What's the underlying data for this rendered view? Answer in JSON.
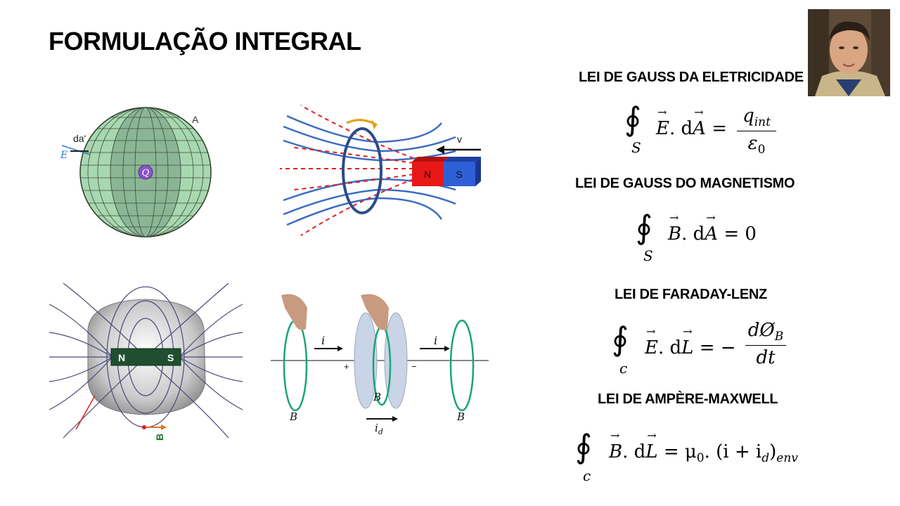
{
  "slide": {
    "title": "FORMULAÇÃO INTEGRAL"
  },
  "laws": [
    {
      "heading": "LEI DE GAUSS DA ELETRICIDADE",
      "equation": "∮S E⃗.dA⃗ = q_int / ε0",
      "right_side": "= ",
      "numerator": "q",
      "num_sub": "int",
      "denominator": "ε",
      "den_sub": "0",
      "sub": "S",
      "lhs1": "E",
      "lhs2": ". d",
      "lhs3": "A"
    },
    {
      "heading": "LEI DE GAUSS DO MAGNETISMO",
      "equation": "∮S B⃗.dA⃗ = 0",
      "sub": "S",
      "lhs1": "B",
      "lhs2": ". d",
      "lhs3": "A",
      "rhs": "= 0"
    },
    {
      "heading": "LEI DE FARADAY-LENZ",
      "equation": "∮c E⃗.dL⃗ = − dØB/dt",
      "sub": "c",
      "lhs1": "E",
      "lhs2": ". d",
      "lhs3": "L",
      "rhs_prefix": "= −",
      "numerator": "dØ",
      "num_sub": "B",
      "denominator": "dt"
    },
    {
      "heading": "LEI DE AMPÈRE-MAXWELL",
      "equation": "∮c B⃗.dL⃗ = μ0.(i + id)env",
      "sub": "c",
      "lhs1": "B",
      "lhs2": ". d",
      "lhs3": "L",
      "rhs_a": "= μ",
      "rhs_a_sub": "0",
      "rhs_b": ". (i + i",
      "rhs_b_sub": "d",
      "rhs_c": ")",
      "rhs_c_sub": "env"
    }
  ],
  "figures": {
    "gauss_sphere": {
      "label_A": "A",
      "label_da": "da'",
      "label_E": "E",
      "label_Q": "Q"
    },
    "faraday": {
      "label_v": "v",
      "magnet_N": "N",
      "magnet_S": "S"
    },
    "magnetism": {
      "magnet_N": "N",
      "magnet_S": "S",
      "label_B": "B"
    },
    "ampere": {
      "label_i1": "i",
      "label_i2": "i",
      "label_B1": "B",
      "label_B2": "B",
      "label_B3": "B",
      "label_id": "i",
      "label_id_sub": "d",
      "plus": "+",
      "minus": "−"
    }
  },
  "colors": {
    "sphere": "#a8d8b0",
    "field_blue": "#3b6cc4",
    "field_red": "#e02020",
    "magnet_red": "#e81818",
    "magnet_blue": "#2f5fd6",
    "green_loop": "#1aa37a"
  }
}
